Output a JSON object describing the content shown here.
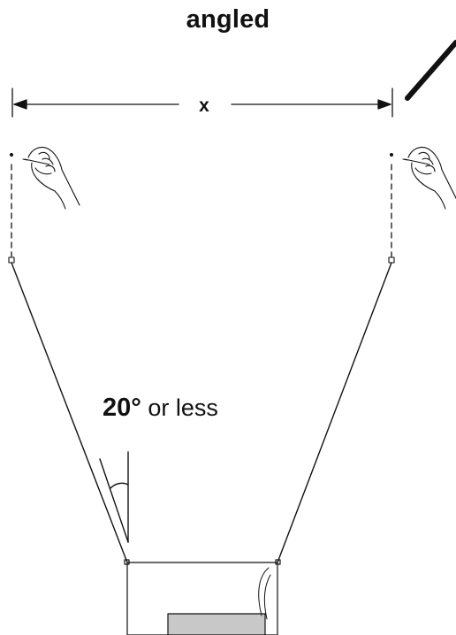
{
  "title": "angled",
  "dimension_label": "x",
  "angle": {
    "value": "20°",
    "suffix": "or less"
  },
  "colors": {
    "ink": "#111111",
    "panel_fill": "#c8c8c8"
  },
  "icons": [
    "writing-hand-icon",
    "pencil-stroke-icon",
    "bracket-icon",
    "paper-tray-icon"
  ]
}
